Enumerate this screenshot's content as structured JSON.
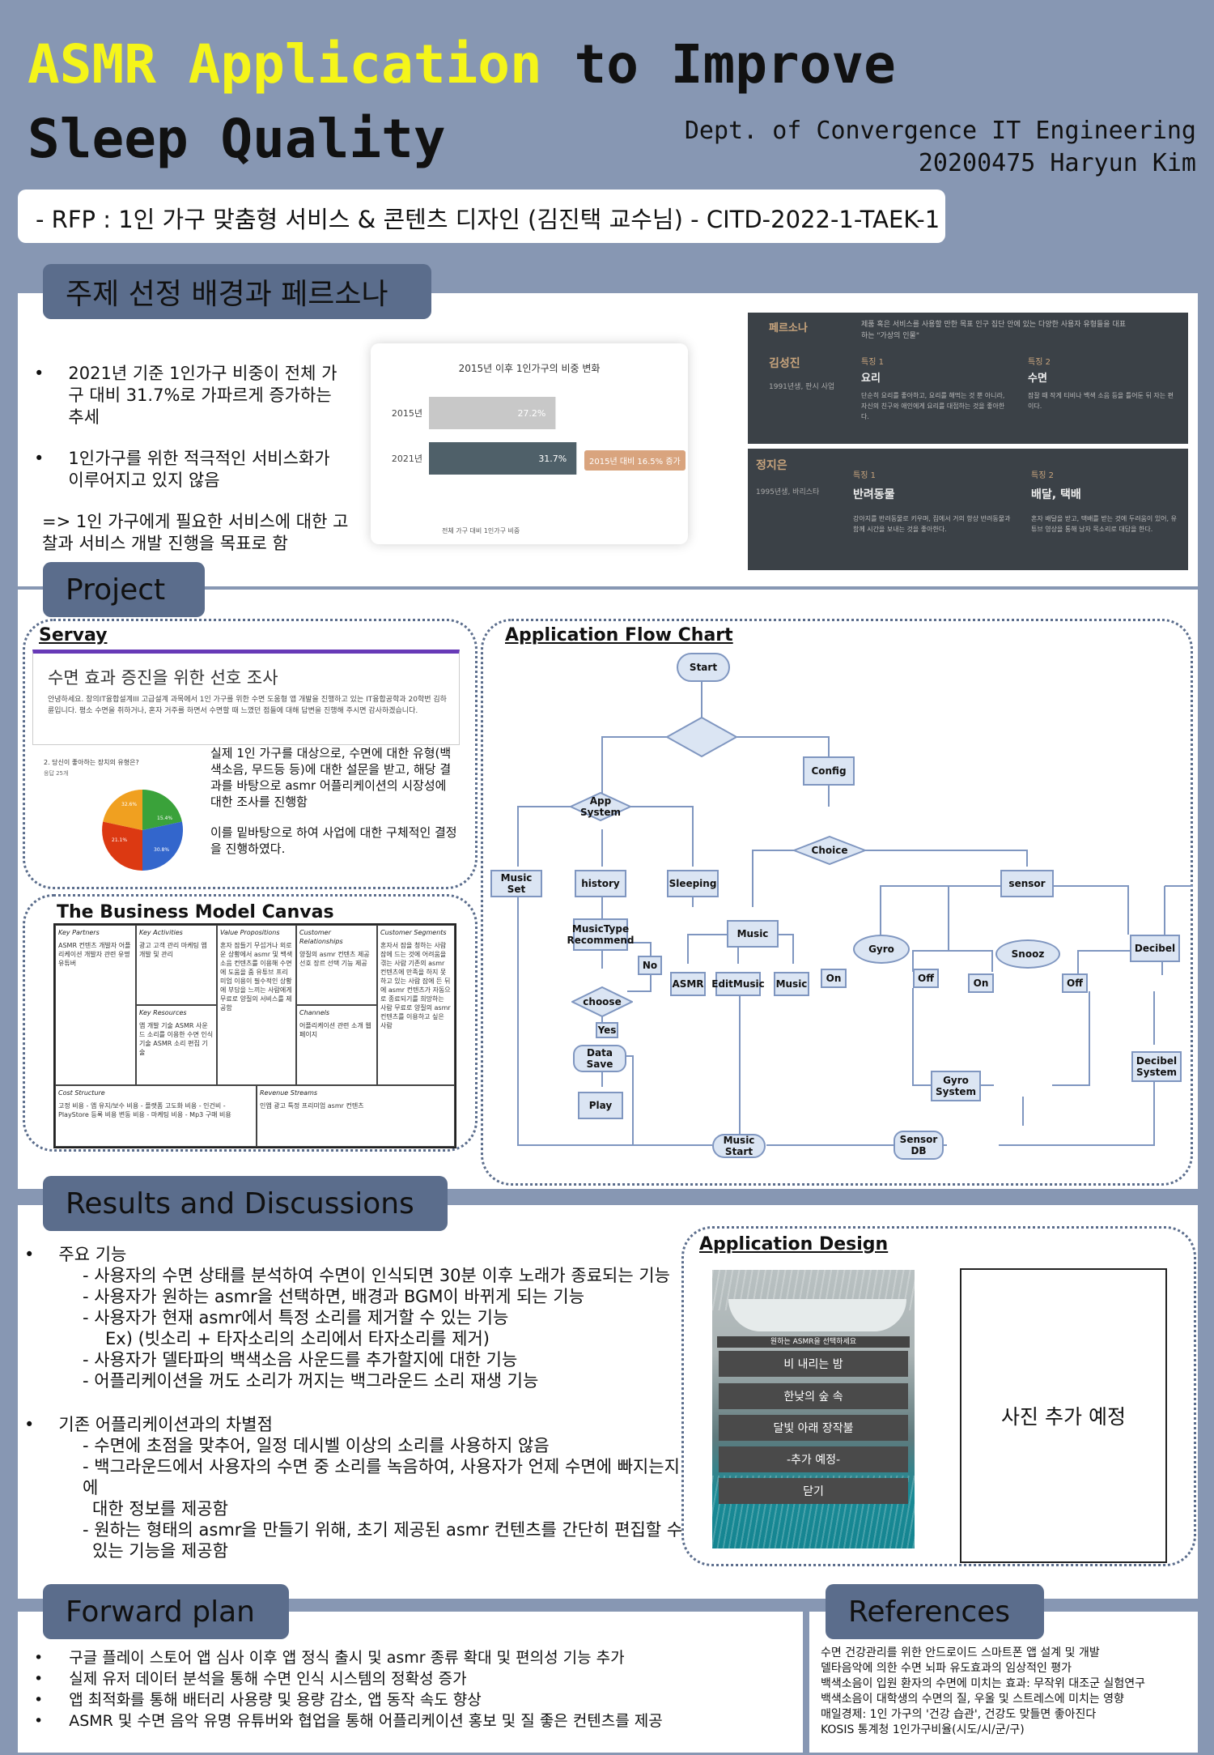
{
  "title": {
    "line1_a": "ASMR Application",
    "line1_b": "to Improve",
    "line2": "Sleep Quality"
  },
  "author": {
    "dept": "Dept. of Convergence IT Engineering",
    "id_name": "20200475 Haryun Kim"
  },
  "rfp": "- RFP : 1인 가구 맞춤형 서비스 & 콘텐츠 디자인 (김진택 교수님) - CITD-2022-1-TAEK-1",
  "sections": {
    "background": "주제 선정 배경과 페르소나",
    "project": "Project",
    "results": "Results and Discussions",
    "forward": "Forward plan",
    "references": "References"
  },
  "background": {
    "bullets": [
      "2021년 기준 1인가구 비중이 전체 가구 대비 31.7%로 가파르게 증가하는 추세",
      "1인가구를 위한 적극적인 서비스화가 이루어지고 있지 않음"
    ],
    "conclusion": "=> 1인 가구에게 필요한 서비스에 대한 고찰과 서비스 개발 진행을 목표로 함"
  },
  "bar_chart": {
    "title": "2015년 이후 1인가구의 비중 변화",
    "callout": "2015년 대비 16.5% 증가",
    "footnote": "전체 가구 대비 1인가구 비중",
    "bar_colors": [
      "#c8c8c8",
      "#4f6069"
    ]
  },
  "chart_data": {
    "type": "bar",
    "title": "2015년 이후 1인가구의 비중 변화",
    "categories": [
      "2015년",
      "2021년"
    ],
    "values": [
      27.2,
      31.7
    ],
    "value_labels": [
      "27.2%",
      "31.7%"
    ],
    "xlabel": "전체 가구 대비 1인가구 비중",
    "ylabel": ""
  },
  "persona": {
    "header": "페르소나",
    "desc": "제품 혹은 서비스를 사용할 만한 목표 인구 집단 안에 있는 다양한 사용자 유형들을 대표하는 \"가상의 인물\"",
    "p1": {
      "name": "김성진",
      "meta": "1991년생, 판시 사업",
      "f1_label": "특징 1",
      "f1_title": "요리",
      "f1_text": "단순히 요리를 좋아하고, 요리를 해먹는 것 뿐 아니라, 자신의 친구와 애인에게 요리를 대접하는 것을 좋아한다.",
      "f2_label": "특징 2",
      "f2_title": "수면",
      "f2_text": "잠잘 때 작게 티비나 백색 소음 등을 틀어둔 뒤 자는 편이다."
    },
    "p2": {
      "name": "정지은",
      "meta": "1995년생, 바리스타",
      "f1_label": "특징 1",
      "f1_title": "반려동물",
      "f1_text": "강아지를 반려동물로 키우며, 집에서 거의 항상 반려동물과 함께 시간을 보내는 것을 좋아한다.",
      "f2_label": "특징 2",
      "f2_title": "배달, 택배",
      "f2_text": "혼자 배달을 받고, 택배를 받는 것에 두려움이 있어, 유튜브 영상을 통해 남자 목소리로 대답을 한다."
    }
  },
  "survey": {
    "heading": "Servay",
    "form_title": "수면 효과 증진을 위한 선호 조사",
    "form_desc": "안녕하세요. 창의IT융합설계III 고급설계 과목에서 1인 가구를 위한 수면 도움형 앱 개발을 진행하고 있는 IT융합공학과 20학번 김하륜입니다. 평소 수면을 취하거나, 혼자 거주를 하면서 수면할 때 느꼈던 점들에 대해 답변을 진행해 주시면 감사하겠습니다.",
    "question": "2. 당신이 좋아하는 장치의 유형은?",
    "q_sub": "응답 25개",
    "pie_labels": [
      "32.6%",
      "15.4%",
      "30.8%",
      "21.1%"
    ],
    "pie_colors": [
      "#f0a020",
      "#3aa23a",
      "#3366cc",
      "#dc3912"
    ],
    "text1": "실제 1인 가구를 대상으로, 수면에 대한 유형(백색소음, 무드등 등)에 대한 설문을 받고, 해당 결과를 바탕으로 asmr 어플리케이션의 시장성에 대한 조사를 진행함",
    "text2": "이를 밑바탕으로 하여 사업에 대한 구체적인 결정을 진행하였다."
  },
  "bmc": {
    "heading": "The Business Model Canvas",
    "cells": {
      "partners": {
        "title": "Key Partners",
        "text": "ASMR 컨텐츠 개발자 어플리케이션 개발자 관련 유명 유튜버"
      },
      "activities": {
        "title": "Key Activities",
        "text": "광고 고객 관리 마케팅 앱 개발 및 관리"
      },
      "resources": {
        "title": "Key Resources",
        "text": "앱 개발 기술 ASMR 사운드 소리를 이용한 수면 인식 기술 ASMR 소리 편집 기술"
      },
      "value": {
        "title": "Value Propositions",
        "text": "혼자 잠들기 무섭거나 외로운 상황에서 asmr 및 백색소음 컨텐츠를 이용해 수면에 도움을 줌 유튜브 프리미엄 이용이 필수적인 상황에 부담을 느끼는 사람에게 무료로 양질의 서비스를 제공함"
      },
      "relationships": {
        "title": "Customer Relationships",
        "text": "양질의 asmr 컨텐츠 제공 선호 장르 선택 기능 제공"
      },
      "channels": {
        "title": "Channels",
        "text": "어플리케이션 관련 소개 웹 페이지"
      },
      "segments": {
        "title": "Customer Segments",
        "text": "혼자서 잠을 청하는 사람 잠에 드는 것에 어려움을 겪는 사람 기존의 asmr 컨텐츠에 만족을 하지 못하고 있는 사람 잠에 든 뒤에 asmr 컨텐츠가 자동으로 종료되기를 희망하는 사람 무료로 양질의 asmr 컨텐츠를 이용하고 싶은 사람"
      },
      "cost": {
        "title": "Cost Structure",
        "text": "고정 비용 - 앱 유지/보수 비용 - 플랫폼 고도화 비용 - 인건비 - PlayStore 등록 비용 변동 비용 - 마케팅 비용 - Mp3 구매 비용"
      },
      "revenue": {
        "title": "Revenue Streams",
        "text": "인앱 광고 특정 프리미엄 asmr 컨텐츠"
      }
    }
  },
  "flow": {
    "heading": "Application Flow Chart",
    "nodes": {
      "start": "Start",
      "config": "Config",
      "app_system": "App System",
      "choice": "Choice",
      "music_set": "Music Set",
      "history": "history",
      "sleeping": "Sleeping",
      "sensor": "sensor",
      "music_type": "MusicType Recommend",
      "no": "No",
      "music": "Music",
      "gyro": "Gyro",
      "snooz": "Snooz",
      "decibel": "Decibel",
      "choose": "choose",
      "asmr": "ASMR",
      "editmusic": "EditMusic",
      "music2": "Music",
      "on1": "On",
      "off1": "Off",
      "on2": "On",
      "off2": "Off",
      "yes": "Yes",
      "data_save": "Data Save",
      "play": "Play",
      "gyro_system": "Gyro System",
      "decibel_system": "Decibel System",
      "music_start": "Music Start",
      "sensor_db": "Sensor DB"
    }
  },
  "results": {
    "h1": "주요 기능",
    "items1": [
      "- 사용자의 수면 상태를 분석하여 수면이 인식되면 30분 이후 노래가 종료되는 기능",
      "- 사용자가 원하는 asmr을 선택하면, 배경과 BGM이 바뀌게 되는 기능",
      "- 사용자가 현재 asmr에서 특정 소리를 제거할 수 있는 기능",
      "Ex) (빗소리 + 타자소리의 소리에서 타자소리를 제거)",
      "- 사용자가 델타파의 백색소음 사운드를 추가할지에 대한 기능",
      "- 어플리케이션을 꺼도 소리가 꺼지는 백그라운드 소리 재생 기능"
    ],
    "h2": "기존 어플리케이션과의 차별점",
    "items2": [
      "- 수면에 초점을 맞추어, 일정 데시벨 이상의 소리를 사용하지 않음",
      "- 백그라운드에서 사용자의 수면 중 소리를 녹음하여, 사용자가 언제 수면에 빠지는지에",
      "대한 정보를 제공함",
      "- 원하는 형태의 asmr을 만들기 위해, 초기 제공된 asmr 컨텐츠를 간단히 편집할 수",
      "있는 기능을 제공함"
    ]
  },
  "app_design": {
    "heading": "Application Design",
    "menu_title": "원하는 ASMR을 선택하세요",
    "buttons": [
      "비 내리는 밤",
      "한낮의 숲 속",
      "달빛 아래 장작불",
      "-추가 예정-",
      "닫기"
    ],
    "placeholder": "사진 추가 예정"
  },
  "forward": {
    "items": [
      "구글 플레이 스토어 앱 심사 이후 앱 정식 출시 및 asmr 종류 확대 및 편의성 기능 추가",
      "실제 유저 데이터 분석을 통해 수면 인식 시스템의 정확성 증가",
      "앱 최적화를 통해 배터리 사용량 및 용량 감소, 앱 동작 속도 향상",
      "ASMR 및 수면 음악 유명 유튜버와 협업을 통해 어플리케이션 홍보 및 질 좋은 컨텐츠를 제공"
    ]
  },
  "references": {
    "items": [
      "수면 건강관리를 위한 안드로이드 스마트폰 앱 설계 및 개발",
      "델타음악에 의한 수면 뇌파 유도효과의 임상적인 평가",
      "백색소음이 입원 환자의 수면에 미치는 효과: 무작위 대조군 실험연구",
      "백색소음이 대학생의 수면의 질, 우울 및 스트레스에 미치는 영향",
      "매일경제: 1인 가구의 '건강 습관', 건강도 맞들면 좋아진다",
      "KOSIS 통계청 1인가구비율(시도/시/군/구)"
    ]
  }
}
